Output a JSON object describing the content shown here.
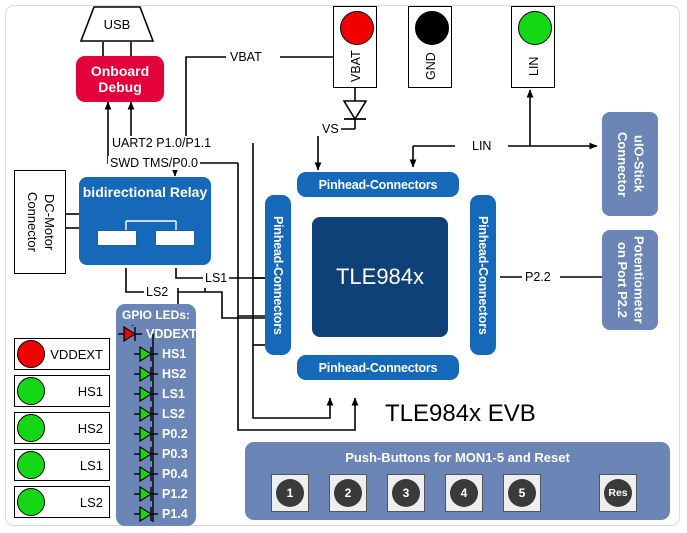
{
  "diagram": {
    "title": "TLE984x EVB",
    "colors": {
      "chip": "#0d4177",
      "pinhead": "#1668b8",
      "slate": "#6a85b6",
      "debug_red": "#e4003a",
      "led_green": "#14d814",
      "led_red": "#f20000",
      "led_black": "#000000"
    }
  },
  "usb": {
    "label": "USB"
  },
  "debug": {
    "line1": "Onboard",
    "line2": "Debug"
  },
  "chip": {
    "label": "TLE984x"
  },
  "pinheads": [
    {
      "label": "Pinhead-Connectors",
      "position": "top"
    },
    {
      "label": "Pinhead-Connectors",
      "position": "left"
    },
    {
      "label": "Pinhead-Connectors",
      "position": "right"
    },
    {
      "label": "Pinhead-Connectors",
      "position": "bottom"
    }
  ],
  "relay": {
    "label": "bidirectional Relay"
  },
  "dc_motor": {
    "line1": "DC-Motor",
    "line2": "Connector"
  },
  "uio_stick": {
    "line1": "uIO-Stick",
    "line2": "Connector"
  },
  "potentiometer": {
    "line1": "Potentiometer",
    "line2": "on Port P2.2"
  },
  "top_leds": [
    {
      "name": "VBAT",
      "color": "#f20000"
    },
    {
      "name": "GND",
      "color": "#000000"
    },
    {
      "name": "LIN",
      "color": "#14d814"
    }
  ],
  "left_leds": [
    {
      "name": "VDDEXT",
      "color": "#f20000"
    },
    {
      "name": "HS1",
      "color": "#14d814"
    },
    {
      "name": "HS2",
      "color": "#14d814"
    },
    {
      "name": "LS1",
      "color": "#14d814"
    },
    {
      "name": "LS2",
      "color": "#14d814"
    }
  ],
  "gpio_panel": {
    "title": "GPIO LEDs:",
    "items": [
      {
        "label": "VDDEXT",
        "color": "#f20000"
      },
      {
        "label": "HS1",
        "color": "#14d814"
      },
      {
        "label": "HS2",
        "color": "#14d814"
      },
      {
        "label": "LS1",
        "color": "#14d814"
      },
      {
        "label": "LS2",
        "color": "#14d814"
      },
      {
        "label": "P0.2",
        "color": "#14d814"
      },
      {
        "label": "P0.3",
        "color": "#14d814"
      },
      {
        "label": "P0.4",
        "color": "#14d814"
      },
      {
        "label": "P1.2",
        "color": "#14d814"
      },
      {
        "label": "P1.4",
        "color": "#14d814"
      }
    ]
  },
  "push_buttons": {
    "title": "Push-Buttons for MON1-5 and Reset",
    "buttons": [
      {
        "label": "1"
      },
      {
        "label": "2"
      },
      {
        "label": "3"
      },
      {
        "label": "4"
      },
      {
        "label": "5"
      },
      {
        "label": "Res"
      }
    ]
  },
  "wire_labels": {
    "vbat": "VBAT",
    "uart2": "UART2 P1.0/P1.1",
    "swd": "SWD TMS/P0.0",
    "vs": "VS",
    "lin": "LIN",
    "ls1": "LS1",
    "ls2": "LS2",
    "p22": "P2.2"
  }
}
